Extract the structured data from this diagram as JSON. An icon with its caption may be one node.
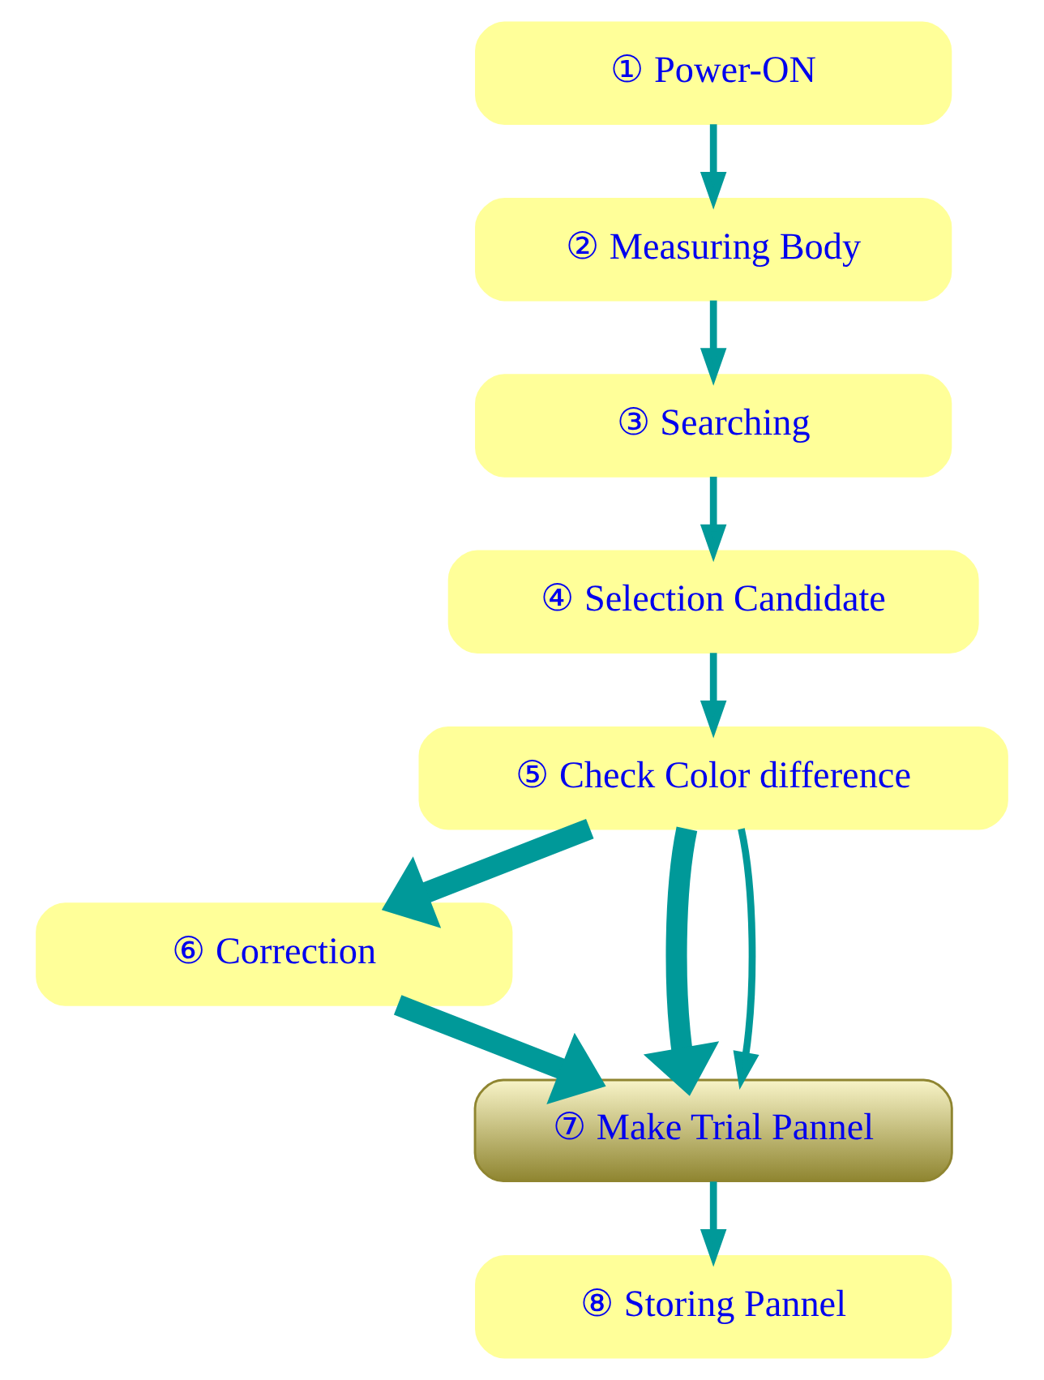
{
  "diagram": {
    "nodes": [
      {
        "text": [
          "① Power-ON"
        ]
      },
      {
        "text": [
          "② Measuring Body"
        ]
      },
      {
        "text": [
          "③ Searching"
        ]
      },
      {
        "text": [
          "④ Selection Candidate"
        ]
      },
      {
        "text": [
          "⑤ Check Color difference"
        ]
      },
      {
        "text": [
          "⑥ Correction"
        ]
      },
      {
        "text": [
          "⑦ Make Trial Pannel"
        ]
      },
      {
        "text": [
          "⑧ Storing Pannel"
        ]
      }
    ],
    "edges": [
      {
        "from": 0,
        "to": 1,
        "arrow": "to"
      },
      {
        "from": 1,
        "to": 2,
        "arrow": "to"
      },
      {
        "from": 2,
        "to": 3,
        "arrow": "to"
      },
      {
        "from": 3,
        "to": 4,
        "arrow": "to"
      },
      {
        "from": 4,
        "to": 5,
        "arrow": "to",
        "style": "thick"
      },
      {
        "from": 4,
        "to": 6,
        "arrow": "to",
        "style": "thick"
      },
      {
        "from": 4,
        "to": 6,
        "arrow": "to"
      },
      {
        "from": 5,
        "to": 6,
        "arrow": "to",
        "style": "thick"
      },
      {
        "from": 6,
        "to": 7,
        "arrow": "to"
      }
    ]
  }
}
